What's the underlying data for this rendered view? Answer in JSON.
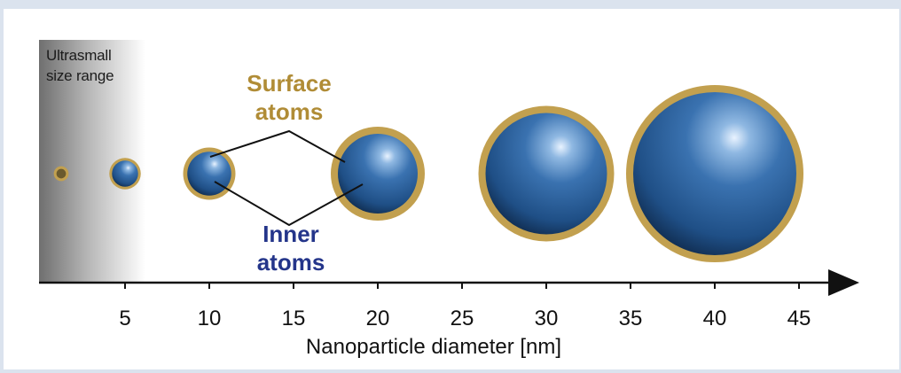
{
  "diagram": {
    "region_label_line1": "Ultrasmall",
    "region_label_line2": "size range",
    "surface_label_line1": "Surface",
    "surface_label_line2": "atoms",
    "inner_label_line1": "Inner",
    "inner_label_line2": "atoms",
    "x_axis_title": "Nanoparticle diameter [nm]",
    "x_ticks": [
      "5",
      "10",
      "15",
      "20",
      "25",
      "30",
      "35",
      "40",
      "45"
    ],
    "particles": [
      {
        "diameter_nm": 1
      },
      {
        "diameter_nm": 5
      },
      {
        "diameter_nm": 10
      },
      {
        "diameter_nm": 20
      },
      {
        "diameter_nm": 30
      },
      {
        "diameter_nm": 40
      }
    ],
    "colors": {
      "shell": "#c2a04f",
      "core": "#2a5f9a",
      "surface_text": "#b08c36",
      "inner_text": "#24358a"
    }
  }
}
